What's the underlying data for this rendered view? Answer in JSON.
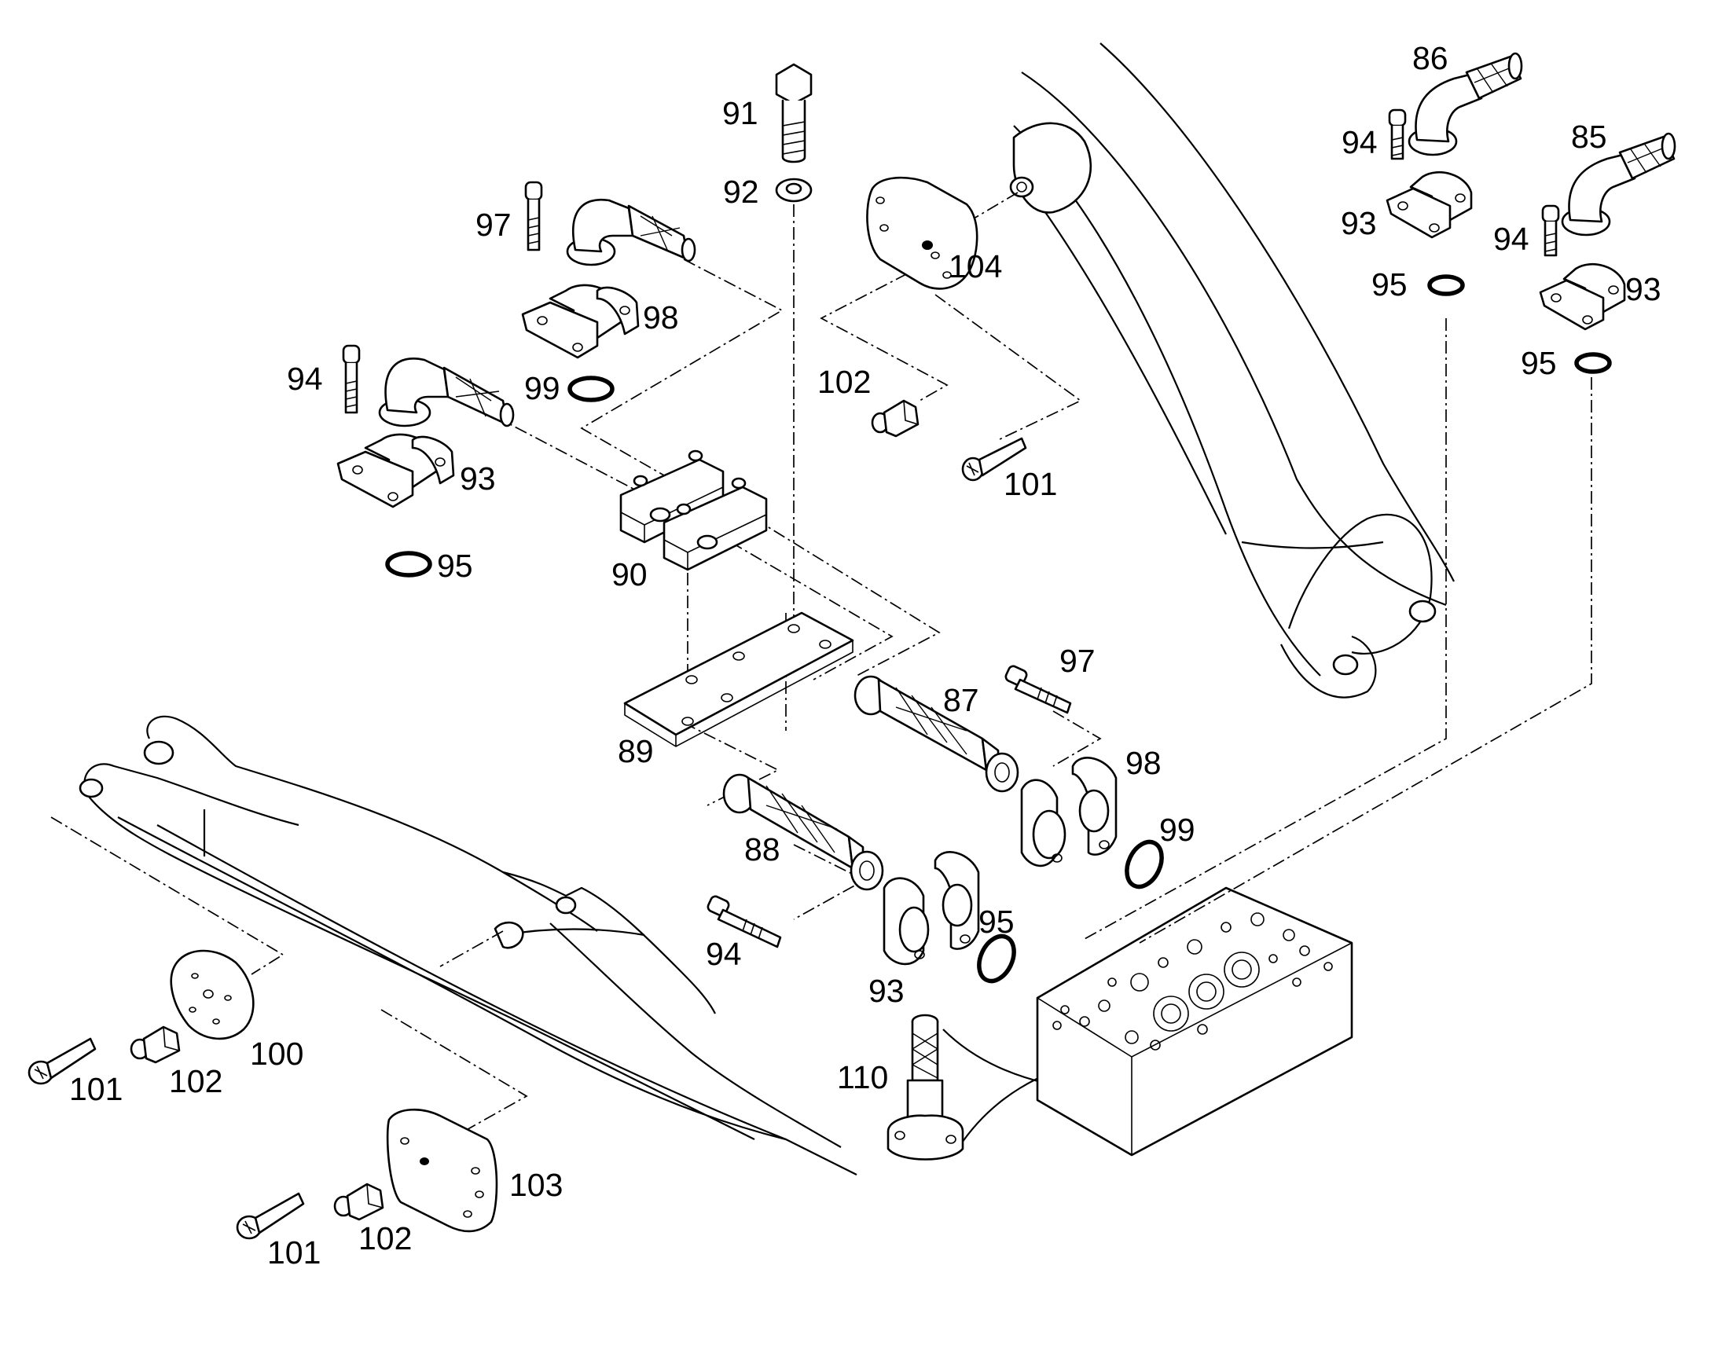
{
  "labels": {
    "l85": "85",
    "l86": "86",
    "l87": "87",
    "l88": "88",
    "l89": "89",
    "l90": "90",
    "l91": "91",
    "l92": "92",
    "l93a": "93",
    "l93b": "93",
    "l93c": "93",
    "l93d": "93",
    "l94a": "94",
    "l94b": "94",
    "l94c": "94",
    "l94d": "94",
    "l95a": "95",
    "l95b": "95",
    "l95c": "95",
    "l95d": "95",
    "l97a": "97",
    "l97b": "97",
    "l98a": "98",
    "l98b": "98",
    "l99a": "99",
    "l99b": "99",
    "l100": "100",
    "l101a": "101",
    "l101b": "101",
    "l101c": "101",
    "l102a": "102",
    "l102b": "102",
    "l102c": "102",
    "l103": "103",
    "l104": "104",
    "l110": "110"
  }
}
